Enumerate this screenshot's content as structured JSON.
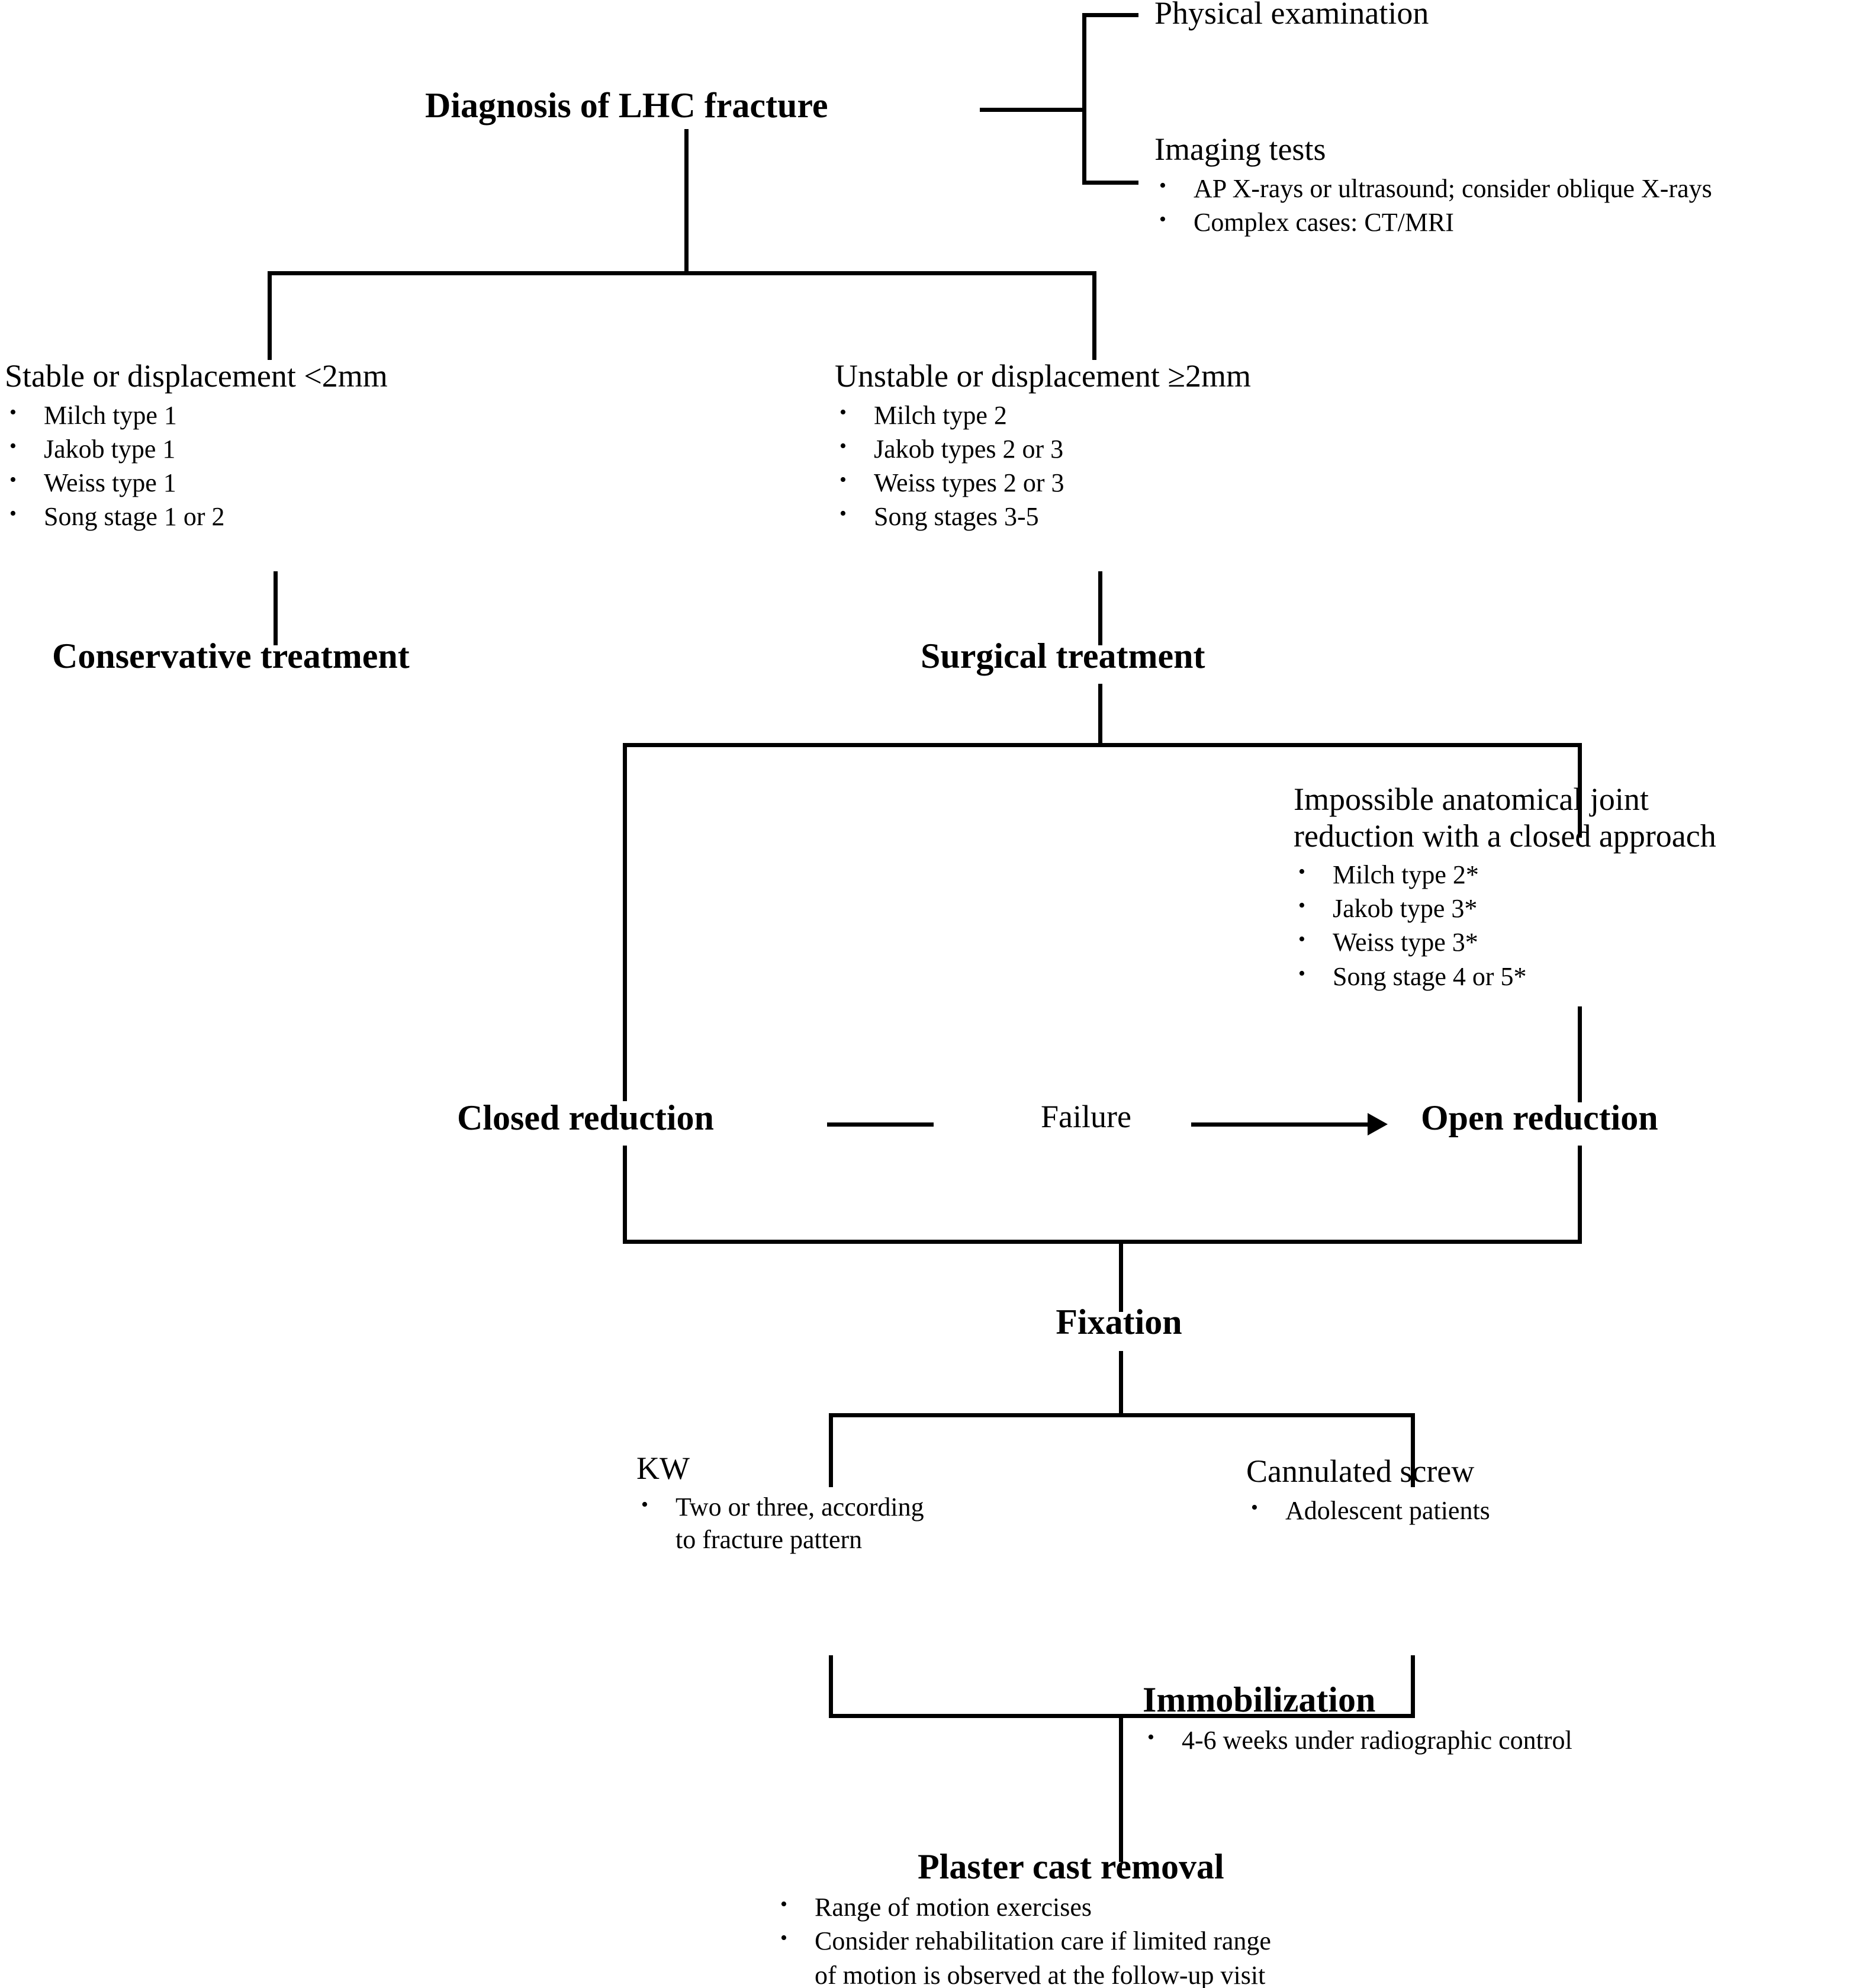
{
  "chart_data": {
    "type": "diagram",
    "title": "Management algorithm for lateral humeral condyle (LHC) fracture",
    "diagram_kind": "clinical decision flowchart",
    "orientation": "top-to-bottom",
    "nodes": [
      {
        "id": "diagnosis",
        "label": "Diagnosis of LHC fracture",
        "level": 0,
        "bold": true
      },
      {
        "id": "physical-exam",
        "label": "Physical examination",
        "level": 1,
        "bold": false
      },
      {
        "id": "imaging",
        "label": "Imaging tests",
        "level": 1,
        "bold": false,
        "bullets": [
          "AP X-rays or ultrasound; consider oblique X-rays",
          "Complex cases: CT/MRI"
        ]
      },
      {
        "id": "stable",
        "label": "Stable or displacement <2mm",
        "level": 1,
        "bold": false,
        "bullets": [
          "Milch type 1",
          "Jakob type 1",
          "Weiss type 1",
          "Song stage 1 or 2"
        ]
      },
      {
        "id": "unstable",
        "label": "Unstable or displacement ≥2mm",
        "level": 1,
        "bold": false,
        "bullets": [
          "Milch type 2",
          "Jakob types 2 or 3",
          "Weiss types 2 or 3",
          "Song stages 3-5"
        ]
      },
      {
        "id": "conservative",
        "label": "Conservative treatment",
        "level": 2,
        "bold": true
      },
      {
        "id": "surgical",
        "label": "Surgical treatment",
        "level": 2,
        "bold": true
      },
      {
        "id": "impossible",
        "label": "Impossible anatomical joint reduction with a closed approach",
        "level": 3,
        "bold": false,
        "bullets": [
          "Milch type 2*",
          "Jakob type 3*",
          "Weiss type 3*",
          "Song stage 4 or 5*"
        ]
      },
      {
        "id": "closed-reduction",
        "label": "Closed reduction",
        "level": 4,
        "bold": true
      },
      {
        "id": "open-reduction",
        "label": "Open reduction",
        "level": 4,
        "bold": true
      },
      {
        "id": "fixation",
        "label": "Fixation",
        "level": 5,
        "bold": true
      },
      {
        "id": "kw",
        "label": "KW",
        "level": 6,
        "bold": false,
        "bullets": [
          "Two or three, according to fracture pattern"
        ]
      },
      {
        "id": "cannulated-screw",
        "label": "Cannulated screw",
        "level": 6,
        "bold": false,
        "bullets": [
          "Adolescent patients"
        ]
      },
      {
        "id": "immobilization",
        "label": "Immobilization",
        "level": 7,
        "bold": true,
        "bullets": [
          "4-6 weeks under radiographic control"
        ]
      },
      {
        "id": "plaster-cast-removal",
        "label": "Plaster cast removal",
        "level": 8,
        "bold": true,
        "bullets": [
          "Range of motion exercises",
          "Consider rehabilitation care if limited range of motion is observed at the follow-up visit"
        ]
      }
    ],
    "edges": [
      {
        "from": "diagnosis",
        "to": "physical-exam",
        "label": "",
        "arrow": false
      },
      {
        "from": "diagnosis",
        "to": "imaging",
        "label": "",
        "arrow": false
      },
      {
        "from": "diagnosis",
        "to": "stable",
        "label": "",
        "arrow": false
      },
      {
        "from": "diagnosis",
        "to": "unstable",
        "label": "",
        "arrow": false
      },
      {
        "from": "stable",
        "to": "conservative",
        "label": "",
        "arrow": false
      },
      {
        "from": "unstable",
        "to": "surgical",
        "label": "",
        "arrow": false
      },
      {
        "from": "surgical",
        "to": "closed-reduction",
        "label": "",
        "arrow": false
      },
      {
        "from": "surgical",
        "to": "impossible",
        "label": "",
        "arrow": false
      },
      {
        "from": "impossible",
        "to": "open-reduction",
        "label": "",
        "arrow": false
      },
      {
        "from": "closed-reduction",
        "to": "open-reduction",
        "label": "Failure",
        "arrow": true
      },
      {
        "from": "closed-reduction",
        "to": "fixation",
        "label": "",
        "arrow": false
      },
      {
        "from": "open-reduction",
        "to": "fixation",
        "label": "",
        "arrow": false
      },
      {
        "from": "fixation",
        "to": "kw",
        "label": "",
        "arrow": false
      },
      {
        "from": "fixation",
        "to": "cannulated-screw",
        "label": "",
        "arrow": false
      },
      {
        "from": "kw",
        "to": "immobilization",
        "label": "",
        "arrow": false
      },
      {
        "from": "cannulated-screw",
        "to": "immobilization",
        "label": "",
        "arrow": false
      },
      {
        "from": "immobilization",
        "to": "plaster-cast-removal",
        "label": "",
        "arrow": false
      }
    ],
    "colors": {
      "line": "#000000",
      "text": "#000000",
      "background": "#ffffff"
    }
  },
  "diagram": {
    "diagnosis": {
      "title": "Diagnosis of LHC fracture"
    },
    "physical_exam": {
      "title": "Physical examination"
    },
    "imaging": {
      "title": "Imaging tests",
      "bullets": [
        "AP X-rays or ultrasound; consider oblique X-rays",
        "Complex cases: CT/MRI"
      ]
    },
    "stable": {
      "title": "Stable or displacement <2mm",
      "bullets": [
        "Milch type 1",
        "Jakob type 1",
        "Weiss type 1",
        "Song stage 1 or 2"
      ]
    },
    "unstable": {
      "title": "Unstable or displacement ≥2mm",
      "bullets": [
        "Milch type 2",
        "Jakob types 2 or 3",
        "Weiss types 2 or 3",
        "Song stages 3-5"
      ]
    },
    "conservative": {
      "title": "Conservative treatment"
    },
    "surgical": {
      "title": "Surgical treatment"
    },
    "impossible": {
      "title_line1": "Impossible anatomical joint",
      "title_line2": "reduction with a closed approach",
      "bullets": [
        "Milch type 2*",
        "Jakob type 3*",
        "Weiss type 3*",
        "Song stage 4 or 5*"
      ]
    },
    "closed_reduction": {
      "title": "Closed reduction"
    },
    "failure": {
      "label": "Failure"
    },
    "open_reduction": {
      "title": "Open reduction"
    },
    "fixation": {
      "title": "Fixation"
    },
    "kw": {
      "title": "KW",
      "bullet_line1": "Two or three, according",
      "bullet_line2": "to fracture pattern"
    },
    "cannulated_screw": {
      "title": "Cannulated screw",
      "bullets": [
        "Adolescent patients"
      ]
    },
    "immobilization": {
      "title": "Immobilization",
      "bullets": [
        "4-6 weeks under radiographic control"
      ]
    },
    "plaster": {
      "title": "Plaster cast removal",
      "bullet1": "Range of motion exercises",
      "bullet2_line1": "Consider rehabilitation care if limited range",
      "bullet2_line2": "of motion is observed at the follow-up visit"
    }
  }
}
